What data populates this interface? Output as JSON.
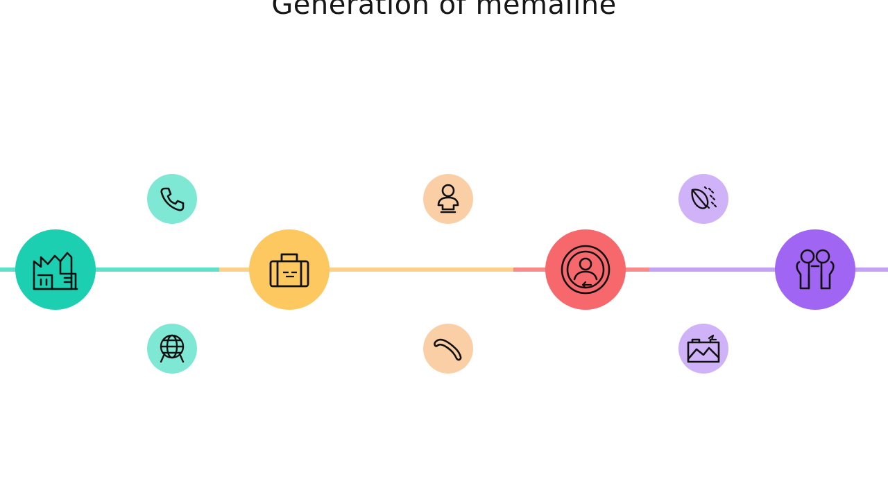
{
  "title": "Generation of memaline",
  "colors": {
    "teal": "#1ccfb0",
    "teal_light": "#7ee8d4",
    "orange": "#fdc860",
    "orange_light": "#fbcfa6",
    "red": "#f7686c",
    "purple": "#a065f2",
    "purple_light": "#cfb2f7"
  },
  "stages": [
    {
      "name": "stage-1",
      "color": "teal",
      "icon": "factory-icon",
      "top_icon": "phone-icon",
      "bottom_icon": "globe-icon"
    },
    {
      "name": "stage-2",
      "color": "orange",
      "icon": "briefcase-icon",
      "top_icon": "person-icon",
      "bottom_icon": "curve-icon"
    },
    {
      "name": "stage-3",
      "color": "red",
      "icon": "user-target-icon",
      "top_icon": "leaf-icon",
      "bottom_icon": "landscape-icon"
    },
    {
      "name": "stage-4",
      "color": "purple",
      "icon": "people-icon"
    }
  ]
}
